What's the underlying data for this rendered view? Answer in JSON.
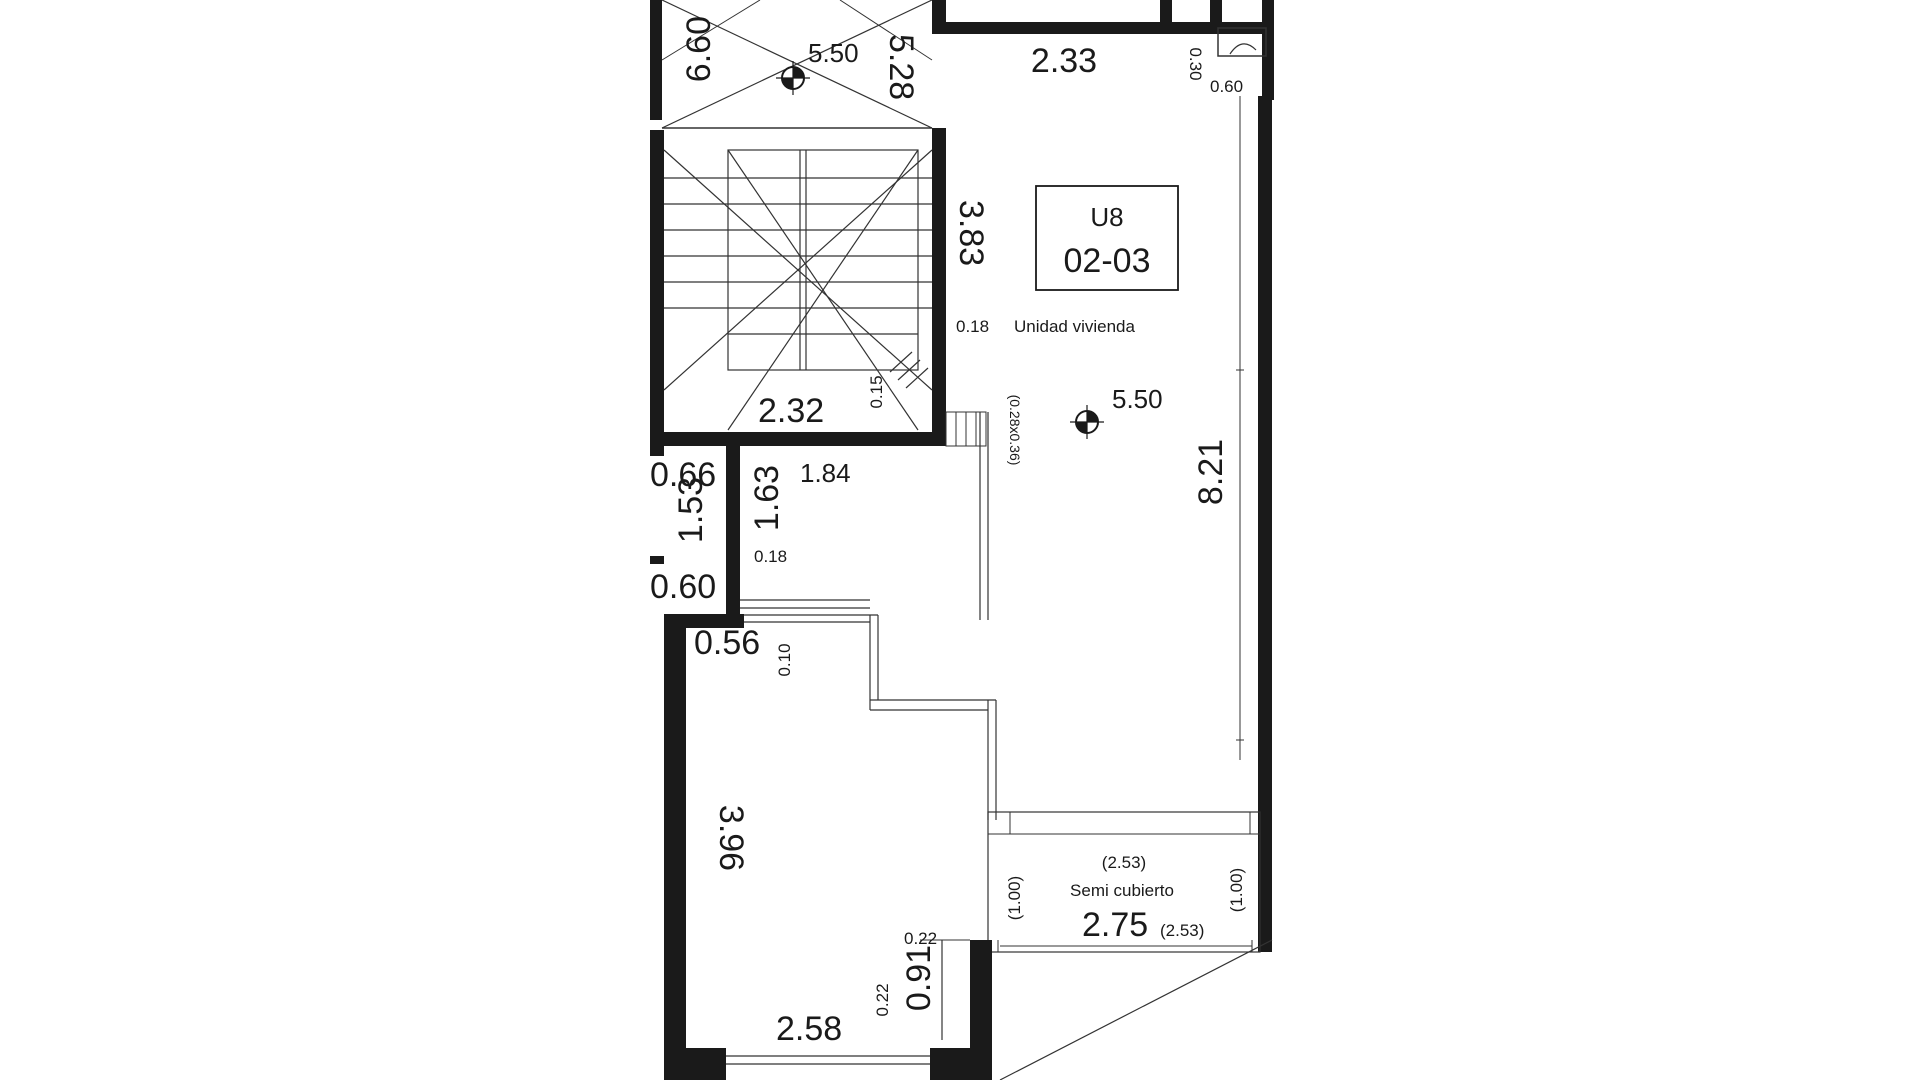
{
  "unit_box": {
    "line1": "U8",
    "line2": "02-03"
  },
  "room_label": "Unidad vivienda",
  "room_label_dim": "0.18",
  "levels": {
    "stair_top": "5.50",
    "main_room": "5.50"
  },
  "dimensions": {
    "d_660": "6.60",
    "d_528": "5.28",
    "d_233": "2.33",
    "d_030": "0.30",
    "d_060_top": "0.60",
    "d_383": "3.83",
    "d_232": "2.32",
    "d_015": "0.15",
    "d_028": "(0.28x0.36)",
    "d_066": "0.66",
    "d_153": "1.53",
    "d_163": "1.63",
    "d_184": "1.84",
    "d_018": "0.18",
    "d_060_left": "0.60",
    "d_056": "0.56",
    "d_010": "0.10",
    "d_821": "8.21",
    "d_396": "3.96",
    "d_253_top": "(2.53)",
    "d_100_left": "(1.00)",
    "d_100_right": "(1.00)",
    "semi_label": "Semi cubierto",
    "d_275": "2.75",
    "d_253_bottom": "(2.53)",
    "d_022_a": "0.22",
    "d_022_b": "0.22",
    "d_091": "0.91",
    "d_258": "2.58"
  }
}
